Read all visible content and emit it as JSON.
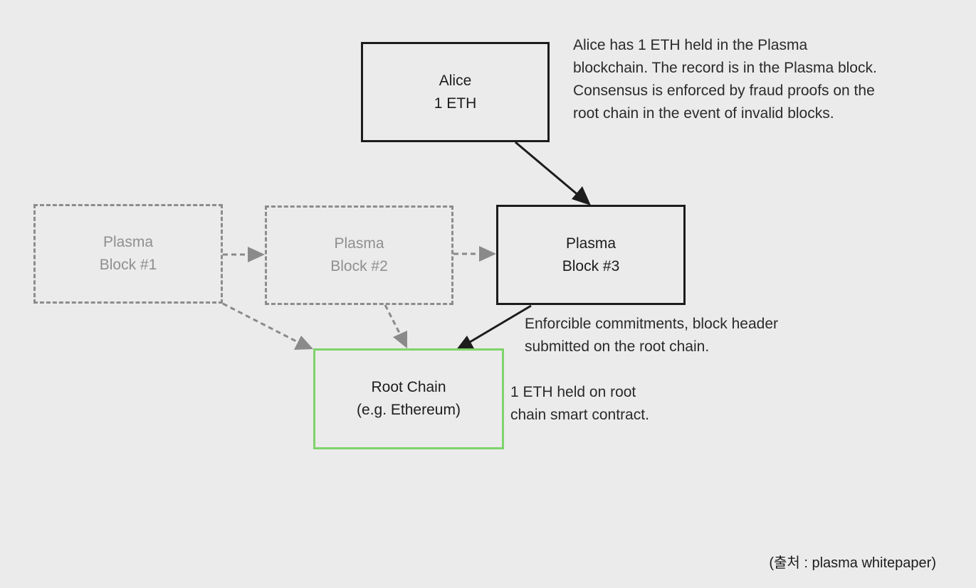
{
  "nodes": {
    "alice": [
      "Alice",
      "1 ETH"
    ],
    "block1": [
      "Plasma",
      "Block #1"
    ],
    "block2": [
      "Plasma",
      "Block #2"
    ],
    "block3": [
      "Plasma",
      "Block #3"
    ],
    "root": [
      "Root Chain",
      "(e.g. Ethereum)"
    ]
  },
  "notes": {
    "alice": [
      "Alice has 1 ETH held in the Plasma",
      "blockchain. The record is in the Plasma block.",
      "Consensus is enforced by fraud proofs on the",
      "root chain in the event of invalid blocks."
    ],
    "commitments": [
      "Enforcible commitments, block header",
      "submitted on the root chain."
    ],
    "root": [
      "1 ETH held on root",
      "chain smart contract."
    ]
  },
  "source": "(출처 : plasma whitepaper)",
  "colors": {
    "solid_border": "#1c1c1c",
    "dashed_border": "#8c8c8c",
    "root_border": "#7ed36a",
    "background": "#ebebeb"
  }
}
